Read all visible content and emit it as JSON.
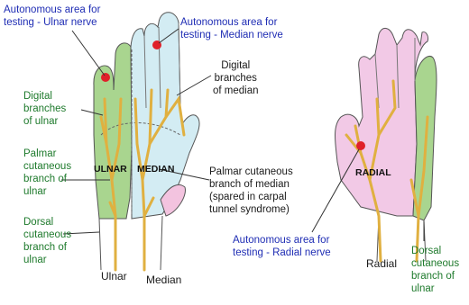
{
  "labels": {
    "auto_ulnar": "Autonomous area for\ntesting - Ulnar nerve",
    "auto_median": "Autonomous area for\ntesting - Median nerve",
    "digital_median": "Digital\nbranches\nof median",
    "digital_ulnar": "Digital\nbranches\nof ulnar",
    "palmar_ulnar": "Palmar\ncutaneous\nbranch of\nulnar",
    "palmar_median": "Palmar cutaneous\nbranch of median\n(spared in carpal\ntunnel syndrome)",
    "dorsal_ulnar_left": "Dorsal\ncutaneous\nbranch of\nulnar",
    "ulnar_nerve": "Ulnar",
    "median_nerve": "Median",
    "zone_ulnar": "ULNAR",
    "zone_median": "MEDIAN",
    "zone_radial": "RADIAL",
    "auto_radial": "Autonomous area for\ntesting - Radial nerve",
    "radial_nerve": "Radial",
    "dorsal_ulnar_right": "Dorsal\ncutaneous\nbranch of\nulnar"
  },
  "colors": {
    "ulnar_zone": "#a9d58f",
    "median_zone": "#d3ecf3",
    "radial_zone": "#f2c9e6",
    "median_thumb_pad": "#f3c3df",
    "nerve": "#e0b040",
    "autonomous_dot": "#e0202a",
    "outline": "#555555",
    "label_green": "#1e7a2c",
    "label_blue": "#1f2db4"
  }
}
